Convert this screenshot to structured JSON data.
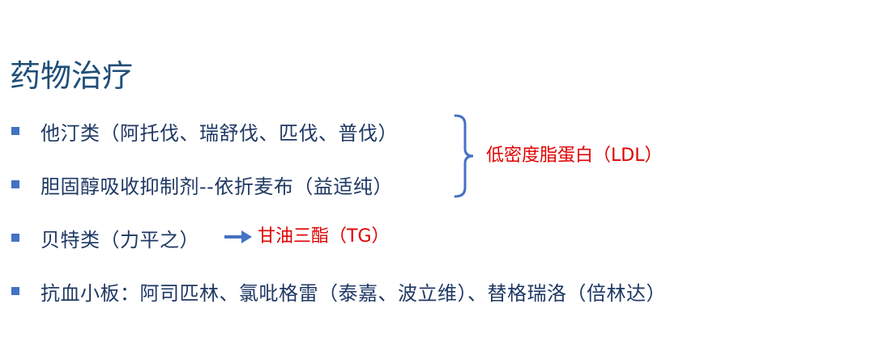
{
  "title": "药物治疗",
  "bullets": [
    {
      "text": "他汀类（阿托伐、瑞舒伐、匹伐、普伐）"
    },
    {
      "text": "胆固醇吸收抑制剂--依折麦布（益适纯）"
    },
    {
      "text": "贝特类（力平之）"
    },
    {
      "text": "抗血小板：阿司匹林、氯吡格雷（泰嘉、波立维）、替格瑞洛（倍林达）"
    }
  ],
  "annotations": {
    "ldl": "低密度脂蛋白（LDL）",
    "tg": "甘油三酯（TG）"
  },
  "colors": {
    "title": "#1f4e79",
    "bullet_marker": "#4472c4",
    "body_text": "#1f3864",
    "accent_red": "#e00000",
    "brace": "#4472c4",
    "arrow": "#4472c4"
  }
}
